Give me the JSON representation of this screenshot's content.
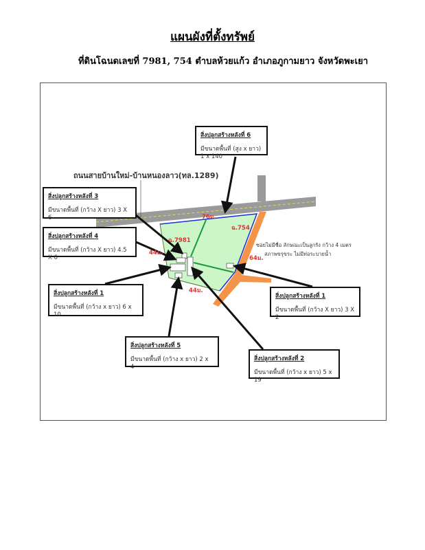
{
  "title": "แผนผังที่ตั้งทรัพย์",
  "subtitle": "ที่ดินโฉนดเลขที่  7981, 754  ตำบลห้วยแก้ว  อำเภอภูกามยาว  จังหวัดพะเยา",
  "road_label": "ถนนสายบ้านใหม่-บ้านหนองลาว(ทล.1289)",
  "parcels": {
    "a": "ฉ.7981",
    "b": "ฉ.754"
  },
  "dimensions": {
    "top": "76ม.",
    "left": "44ม.",
    "bottom": "44ม.",
    "right": "64ม."
  },
  "side_road_note": [
    "ซอยไม่มีชื่อ ลักษณะเป็นลูกรัง กว้าง 4 เมตร",
    "สภาพขรุขระ ไม่มีท่อระบายน้ำ"
  ],
  "buildings": [
    {
      "id": "b6",
      "heading": "สิ่งปลูกสร้างหลังที่ 6",
      "desc": "มีขนาดพื้นที่ (สูง x ยาว) 1 x 140"
    },
    {
      "id": "b3",
      "heading": "สิ่งปลูกสร้างหลังที่ 3",
      "desc": "มีขนาดพื้นที่ (กว้าง X ยาว) 3 X 6"
    },
    {
      "id": "b4",
      "heading": "สิ่งปลูกสร้างหลังที่ 4",
      "desc": "มีขนาดพื้นที่ (กว้าง X ยาว) 4.5 X 6"
    },
    {
      "id": "b1l",
      "heading": "สิ่งปลูกสร้างหลังที่ 1",
      "desc": "มีขนาดพื้นที่ (กว้าง x ยาว) 6 x 10"
    },
    {
      "id": "b1r",
      "heading": "สิ่งปลูกสร้างหลังที่ 1",
      "desc": "มีขนาดพื้นที่ (กว้าง X ยาว) 3 X 2"
    },
    {
      "id": "b5",
      "heading": "สิ่งปลูกสร้างหลังที่ 5",
      "desc": "มีขนาดพื้นที่ (กว้าง x ยาว) 2 x 4"
    },
    {
      "id": "b2",
      "heading": "สิ่งปลูกสร้างหลังที่ 2",
      "desc": "มีขนาดพื้นที่ (กว้าง x ยาว) 5 x 19"
    }
  ],
  "colors": {
    "parcel": "#ccf5c8",
    "road": "#9a9a9a",
    "side_road": "#f4934a",
    "boundary": "#1a2fd6"
  }
}
